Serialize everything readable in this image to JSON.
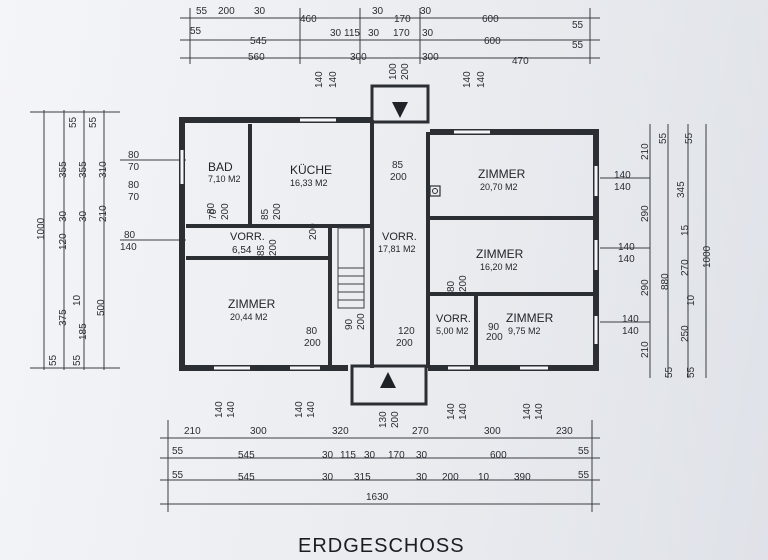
{
  "title": "ERDGESCHOSS",
  "rooms": {
    "bad": {
      "name": "BAD",
      "area": "7,10 M2"
    },
    "kueche": {
      "name": "KÜCHE",
      "area": "16,33 M2"
    },
    "zimmer1": {
      "name": "ZIMMER",
      "area": "20,70 M2"
    },
    "vorr_small": {
      "name": "VORR.",
      "area": "6,54"
    },
    "vorr_main": {
      "name": "VORR.",
      "area": "17,81 M2"
    },
    "zimmer2": {
      "name": "ZIMMER",
      "area": "16,20 M2"
    },
    "zimmer_left": {
      "name": "ZIMMER",
      "area": "20,44 M2"
    },
    "vorr_lower": {
      "name": "VORR.",
      "area": "5,00 M2"
    },
    "zimmer_lower": {
      "name": "ZIMMER",
      "area": "9,75 M2"
    }
  },
  "dims": {
    "top_row1": [
      "55",
      "200",
      "30",
      "460",
      "30",
      "170",
      "30",
      "600",
      "55"
    ],
    "top_row2": [
      "55",
      "545",
      "30",
      "115",
      "30",
      "170",
      "30",
      "600",
      "55"
    ],
    "top_row3": [
      "560",
      "300",
      "300",
      "470"
    ],
    "top_openings": [
      "140",
      "140",
      "100",
      "200",
      "140",
      "140"
    ],
    "bottom_row1": [
      "210",
      "300",
      "320",
      "270",
      "300",
      "230"
    ],
    "bottom_row2": [
      "55",
      "545",
      "30",
      "115",
      "30",
      "170",
      "30",
      "600",
      "55"
    ],
    "bottom_row3": [
      "55",
      "545",
      "30",
      "315",
      "30",
      "200",
      "10",
      "390",
      "55"
    ],
    "bottom_total": "1630",
    "bottom_openings": [
      "140",
      "140",
      "140",
      "140",
      "130",
      "200",
      "140",
      "140",
      "140",
      "140"
    ],
    "left_outer": [
      "355",
      "355",
      "310",
      "375",
      "500",
      "185",
      "1000"
    ],
    "left_inner": [
      "55",
      "55",
      "30",
      "120",
      "30",
      "210",
      "55",
      "55",
      "10"
    ],
    "left_openings": [
      "80",
      "70",
      "80",
      "70",
      "80",
      "140"
    ],
    "right_outer": [
      "210",
      "345",
      "290",
      "270",
      "290",
      "880",
      "250",
      "210",
      "1000",
      "15"
    ],
    "right_inner": [
      "55",
      "55",
      "55",
      "55",
      "10"
    ],
    "right_openings": [
      "140",
      "140",
      "140",
      "140",
      "140",
      "140"
    ],
    "inner": [
      "70",
      "200",
      "85",
      "200",
      "85",
      "200",
      "85",
      "200",
      "80",
      "200",
      "80",
      "200",
      "90",
      "200",
      "120",
      "200",
      "90",
      "200",
      "80",
      "200"
    ]
  }
}
